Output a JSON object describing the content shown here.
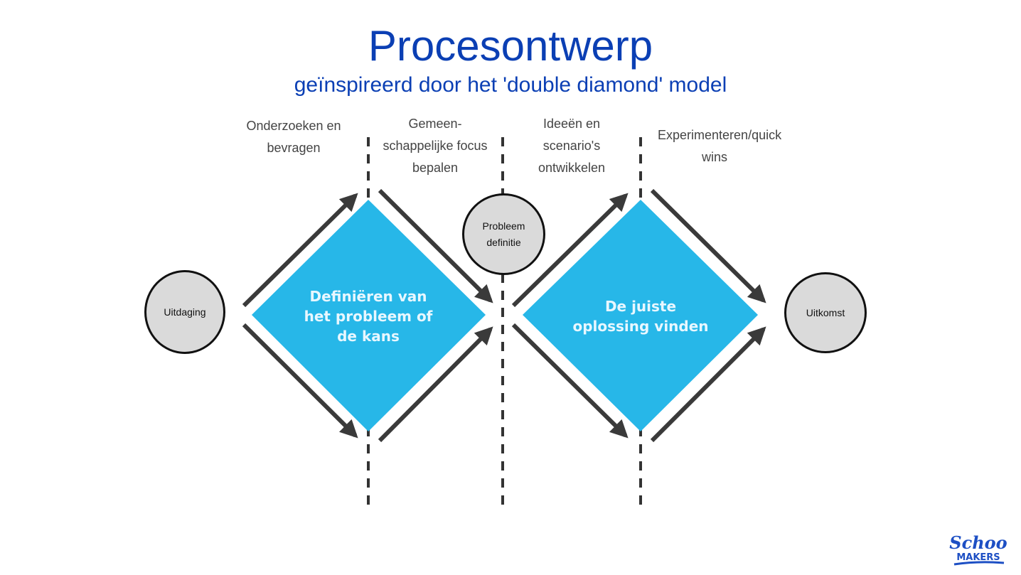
{
  "title": "Procesontwerp",
  "subtitle": "geïnspireerd door het 'double diamond' model",
  "colors": {
    "title": "#0b3fb4",
    "diamond": "#27b7e8",
    "arrow": "#3a3a3a",
    "node_fill": "#dadada"
  },
  "phases": [
    {
      "label": "Onderzoeken en bevragen"
    },
    {
      "label": "Gemeen-schappelijke focus bepalen"
    },
    {
      "label": "Ideeën en scenario's ontwikkelen"
    },
    {
      "label": "Experimenteren/quick wins"
    }
  ],
  "nodes": {
    "start": "Uitdaging",
    "middle": "Probleem definitie",
    "end": "Uitkomst"
  },
  "diamonds": [
    {
      "label": "Definiëren van het probleem of de kans"
    },
    {
      "label": "De juiste oplossing vinden"
    }
  ],
  "logo": {
    "top": "Schoo",
    "bottom": "MAKERS"
  }
}
